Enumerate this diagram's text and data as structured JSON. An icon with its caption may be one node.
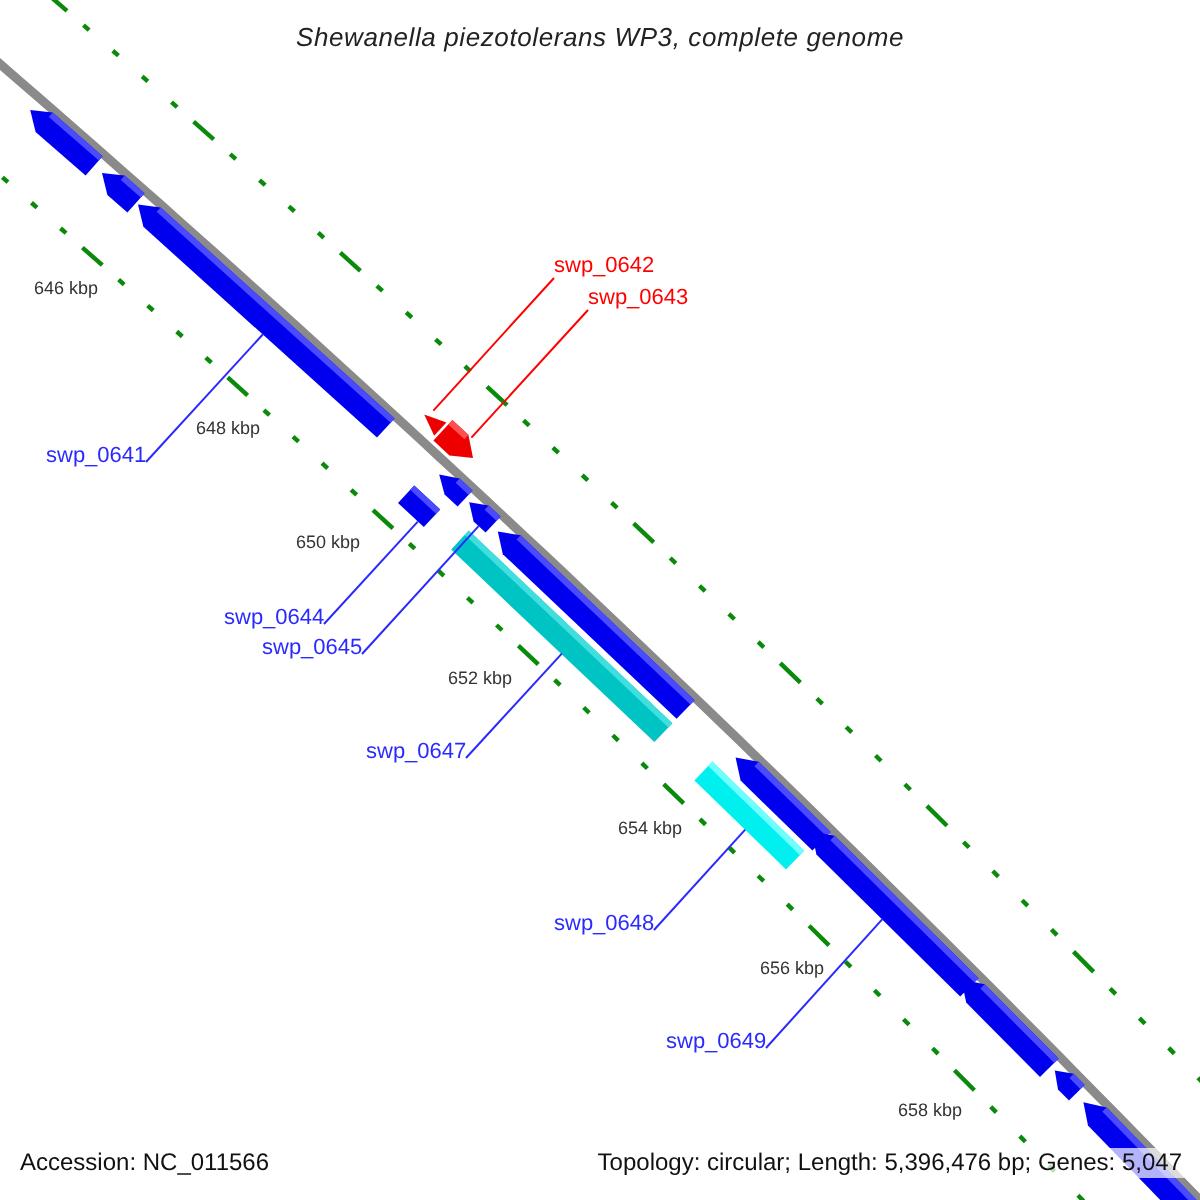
{
  "diagram": {
    "title": "Shewanella piezotolerans WP3, complete genome",
    "nodes": [
      {
        "text": [],
        "shape": "pentagon"
      },
      {
        "text": [],
        "shape": "pentagon"
      },
      {
        "text": [
          "swp_0642"
        ]
      },
      {
        "text": [
          "swp_0643"
        ]
      },
      {
        "text": [],
        "shape": "pentagon"
      },
      {
        "text": [
          "swp_0641"
        ]
      },
      {
        "text": [],
        "shape": "triangle"
      },
      {
        "text": [],
        "shape": "pentagon"
      },
      {
        "text": [],
        "shape": "pentagon"
      },
      {
        "text": [],
        "shape": "box"
      },
      {
        "text": [],
        "shape": "pentagon"
      },
      {
        "text": [],
        "shape": "pentagon"
      },
      {
        "text": [],
        "shape": "box"
      },
      {
        "text": [
          "swp_0644"
        ]
      },
      {
        "text": [
          "swp_0645"
        ]
      },
      {
        "text": [
          "swp_0647"
        ]
      },
      {
        "text": [],
        "shape": "pentagon"
      },
      {
        "text": [],
        "shape": "box"
      },
      {
        "text": [
          "swp_0648"
        ]
      },
      {
        "text": [],
        "shape": "pentagon"
      },
      {
        "text": [
          "swp_0649"
        ]
      },
      {
        "text": [],
        "shape": "pentagon"
      },
      {
        "text": [],
        "shape": "pentagon"
      },
      {
        "text": [],
        "shape": "pentagon"
      }
    ],
    "edges": [
      {
        "from": 2,
        "to": 6,
        "arrow": "none",
        "color": "#ff0000"
      },
      {
        "from": 3,
        "to": 7,
        "arrow": "none",
        "color": "#ff0000"
      },
      {
        "from": 5,
        "to": 4,
        "arrow": "none"
      },
      {
        "from": 13,
        "to": 9,
        "arrow": "none"
      },
      {
        "from": 14,
        "to": 10,
        "arrow": "none"
      },
      {
        "from": 15,
        "to": 12,
        "arrow": "none"
      },
      {
        "from": 18,
        "to": 17,
        "arrow": "none"
      },
      {
        "from": 20,
        "to": 19,
        "arrow": "none"
      }
    ],
    "labels": [
      "646 kbp",
      "648 kbp",
      "650 kbp",
      "652 kbp",
      "654 kbp",
      "656 kbp",
      "658 kbp",
      "Accession: NC_011566",
      "Topology: circular; Length: 5,396,476 bp; Genes: 5,047"
    ]
  }
}
